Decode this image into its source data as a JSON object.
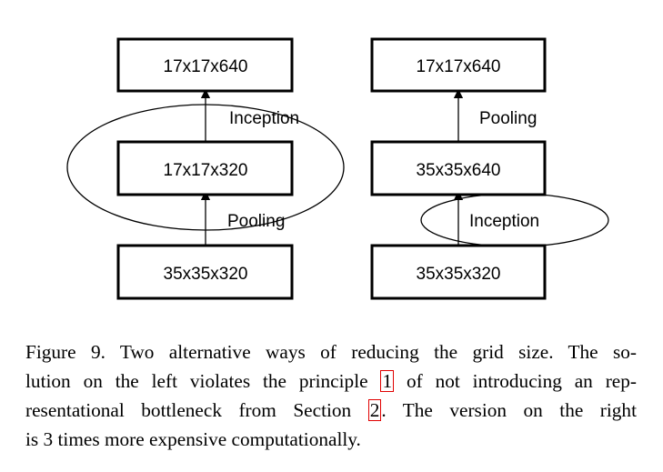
{
  "diagram": {
    "left": {
      "boxes": [
        "17x17x640",
        "17x17x320",
        "35x35x320"
      ],
      "edge_labels": [
        "Inception",
        "Pooling"
      ]
    },
    "right": {
      "boxes": [
        "17x17x640",
        "35x35x640",
        "35x35x320"
      ],
      "edge_labels": [
        "Pooling",
        "Inception"
      ]
    }
  },
  "caption": {
    "line1": "Figure 9. Two alternative ways of reducing the grid size.  The so-",
    "line2_a": "lution on the left violates the principle ",
    "ref1": "1",
    "line2_b": " of not introducing an rep-",
    "line3_a": "resentational bottleneck from Section ",
    "ref2": "2",
    "line3_b": ". The version on the right",
    "line4": "is 3 times more expensive computationally."
  },
  "colors": {
    "stroke": "#000000",
    "reference_box": "#e00000"
  }
}
